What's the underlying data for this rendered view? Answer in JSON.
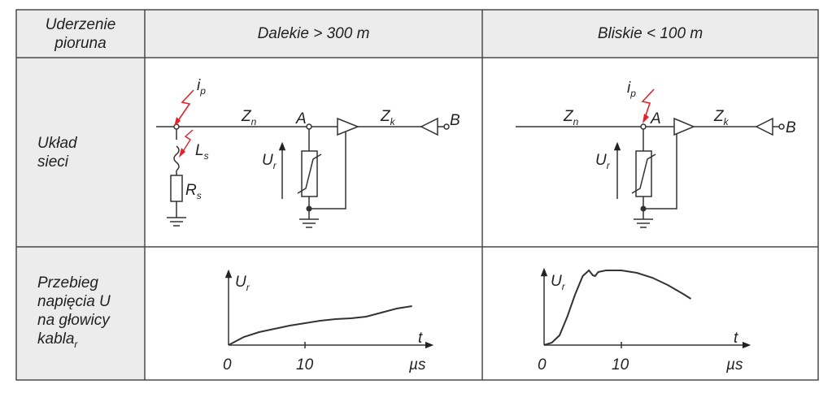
{
  "table": {
    "corner_header": "Uderzenie\npioruna",
    "col_far": "Dalekie > 300 m",
    "col_near": "Bliskie < 100 m",
    "row_network": "Układ\nsieci",
    "row_waveform": "Przebieg\nnapięcia U\nna głowicy\nkabla",
    "row_waveform_sub": "r"
  },
  "circuit": {
    "ip": "i",
    "ip_sub": "p",
    "zn": "Z",
    "zn_sub": "n",
    "zk": "Z",
    "zk_sub": "k",
    "ls": "L",
    "ls_sub": "s",
    "rs": "R",
    "rs_sub": "s",
    "ur": "U",
    "ur_sub": "r",
    "node_a": "A",
    "node_b": "B"
  },
  "graph": {
    "y_label": "U",
    "y_sub": "r",
    "x_label": "t",
    "tick_0": "0",
    "tick_10": "10",
    "unit": "µs"
  },
  "colors": {
    "grid": "#4a4a4a",
    "header_bg": "#ececec",
    "line": "#333333",
    "lightning": "#e0242a"
  },
  "chart_data": [
    {
      "type": "line",
      "series": [
        {
          "x": [
            0,
            2,
            4,
            6,
            8,
            10,
            12,
            14,
            16,
            18,
            20,
            22,
            24
          ],
          "y": [
            0.0,
            0.1,
            0.16,
            0.2,
            0.24,
            0.27,
            0.3,
            0.32,
            0.33,
            0.35,
            0.4,
            0.45,
            0.48
          ]
        }
      ],
      "xlabel": "t",
      "ylabel": "Ur",
      "xticks": [
        0,
        10
      ]
    },
    {
      "type": "line",
      "series": [
        {
          "x": [
            0,
            1,
            2,
            3,
            4,
            5,
            5.8,
            6.3,
            6.6,
            7,
            8,
            10,
            12,
            14,
            16,
            18,
            19
          ],
          "y": [
            0.0,
            0.03,
            0.12,
            0.35,
            0.62,
            0.85,
            0.92,
            0.86,
            0.85,
            0.9,
            0.92,
            0.92,
            0.89,
            0.83,
            0.74,
            0.63,
            0.57
          ]
        }
      ],
      "xlabel": "t",
      "ylabel": "Ur",
      "xticks": [
        0,
        10
      ]
    }
  ]
}
